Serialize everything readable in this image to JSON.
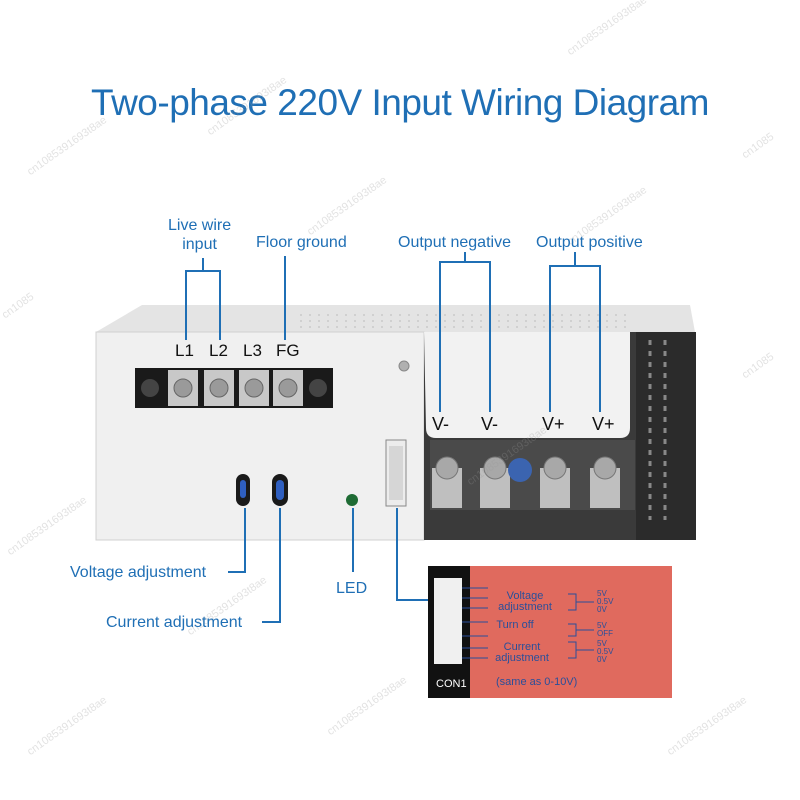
{
  "title": "Two-phase 220V Input Wiring Diagram",
  "callouts": {
    "live_wire_line1": "Live wire",
    "live_wire_line2": "input",
    "floor_ground": "Floor ground",
    "output_negative": "Output negative",
    "output_positive": "Output positive",
    "voltage_adjustment": "Voltage adjustment",
    "current_adjustment": "Current adjustment",
    "led": "LED"
  },
  "terminals": [
    "L1",
    "L2",
    "L3",
    "FG"
  ],
  "outputs": [
    "V-",
    "V-",
    "V+",
    "V+"
  ],
  "con1": {
    "name": "CON1",
    "voltage_line1": "Voltage",
    "voltage_line2": "adjustment",
    "turn_off": "Turn off",
    "current_line1": "Current",
    "current_line2": "adjustment",
    "note": "(same as 0-10V)",
    "v_levels": [
      "5V",
      "0.5V",
      "0V"
    ],
    "off_levels": [
      "5V",
      "OFF"
    ],
    "c_levels": [
      "5V",
      "0.5V",
      "0V"
    ]
  },
  "colors": {
    "title": "#1f6fb5",
    "callout_line": "#1f6fb5",
    "con_panel": "#e06a5e",
    "chassis": "#eeeeee"
  }
}
